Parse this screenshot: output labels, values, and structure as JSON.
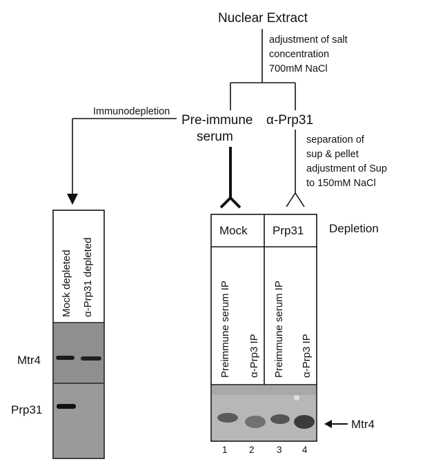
{
  "flow": {
    "nuclear_extract": "Nuclear Extract",
    "salt_note_1": "adjustment of salt",
    "salt_note_2": "concentration",
    "salt_note_3": "700mM NaCl",
    "immunodepletion": "Immunodepletion",
    "preimmune_1": "Pre-immune",
    "preimmune_2": "serum",
    "alpha_prp31": "α-Prp31",
    "sep_note_1": "separation of",
    "sep_note_2": "sup & pellet",
    "sep_note_3": "adjustment  of Sup",
    "sep_note_4": "to 150mM NaCl"
  },
  "left_blot": {
    "lanes": [
      "Mock depleted",
      "α-Prp31 depleted"
    ],
    "rows": [
      "Mtr4",
      "Prp31"
    ]
  },
  "right_blot": {
    "groups": [
      "Mock",
      "Prp31"
    ],
    "depletion_label": "Depletion",
    "lanes": [
      "Preimmune serum IP",
      "α-Prp3 IP",
      "Preimmune serum IP",
      "α-Prp3 IP"
    ],
    "lane_numbers": [
      "1",
      "2",
      "3",
      "4"
    ],
    "band_label": "Mtr4"
  }
}
